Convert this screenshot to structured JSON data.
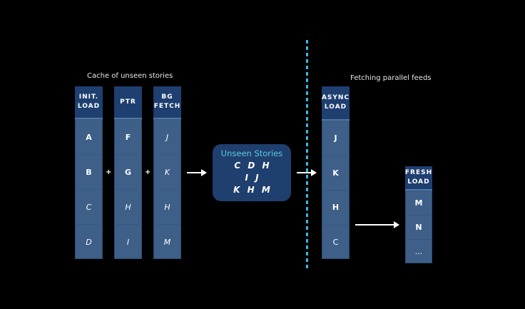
{
  "labels": {
    "cache": "Cache of unseen stories",
    "fetching": "Fetching parallel feeds"
  },
  "columns": {
    "init": {
      "head1": "INIT.",
      "head2": "LOAD",
      "items": [
        {
          "t": "A",
          "s": "b"
        },
        {
          "t": "B",
          "s": "b"
        },
        {
          "t": "C",
          "s": "i"
        },
        {
          "t": "D",
          "s": "i"
        }
      ]
    },
    "ptr": {
      "head1": "PTR",
      "head2": "",
      "items": [
        {
          "t": "F",
          "s": "b"
        },
        {
          "t": "G",
          "s": "b"
        },
        {
          "t": "H",
          "s": "i"
        },
        {
          "t": "I",
          "s": "i"
        }
      ]
    },
    "bg": {
      "head1": "BG",
      "head2": "FETCH",
      "items": [
        {
          "t": "J",
          "s": "i"
        },
        {
          "t": "K",
          "s": "i"
        },
        {
          "t": "H",
          "s": "i"
        },
        {
          "t": "M",
          "s": "i"
        }
      ]
    },
    "async": {
      "head1": "ASYNC",
      "head2": "LOAD",
      "items": [
        {
          "t": "J",
          "s": "b"
        },
        {
          "t": "K",
          "s": "b"
        },
        {
          "t": "H",
          "s": "b"
        },
        {
          "t": "C",
          "s": ""
        }
      ]
    },
    "fresh": {
      "head1": "FRESH",
      "head2": "LOAD",
      "items": [
        {
          "t": "M",
          "s": "b"
        },
        {
          "t": "N",
          "s": "b"
        },
        {
          "t": "...",
          "s": ""
        }
      ]
    }
  },
  "operators": {
    "plus": "+"
  },
  "unseen": {
    "title": "Unseen Stories",
    "rows": [
      "C D H",
      "I J",
      "K H M"
    ]
  },
  "colors": {
    "accent": "#5ccbe8",
    "column": "#3d5f88",
    "header": "#1e3f6f",
    "divider": "#39b8e0"
  }
}
